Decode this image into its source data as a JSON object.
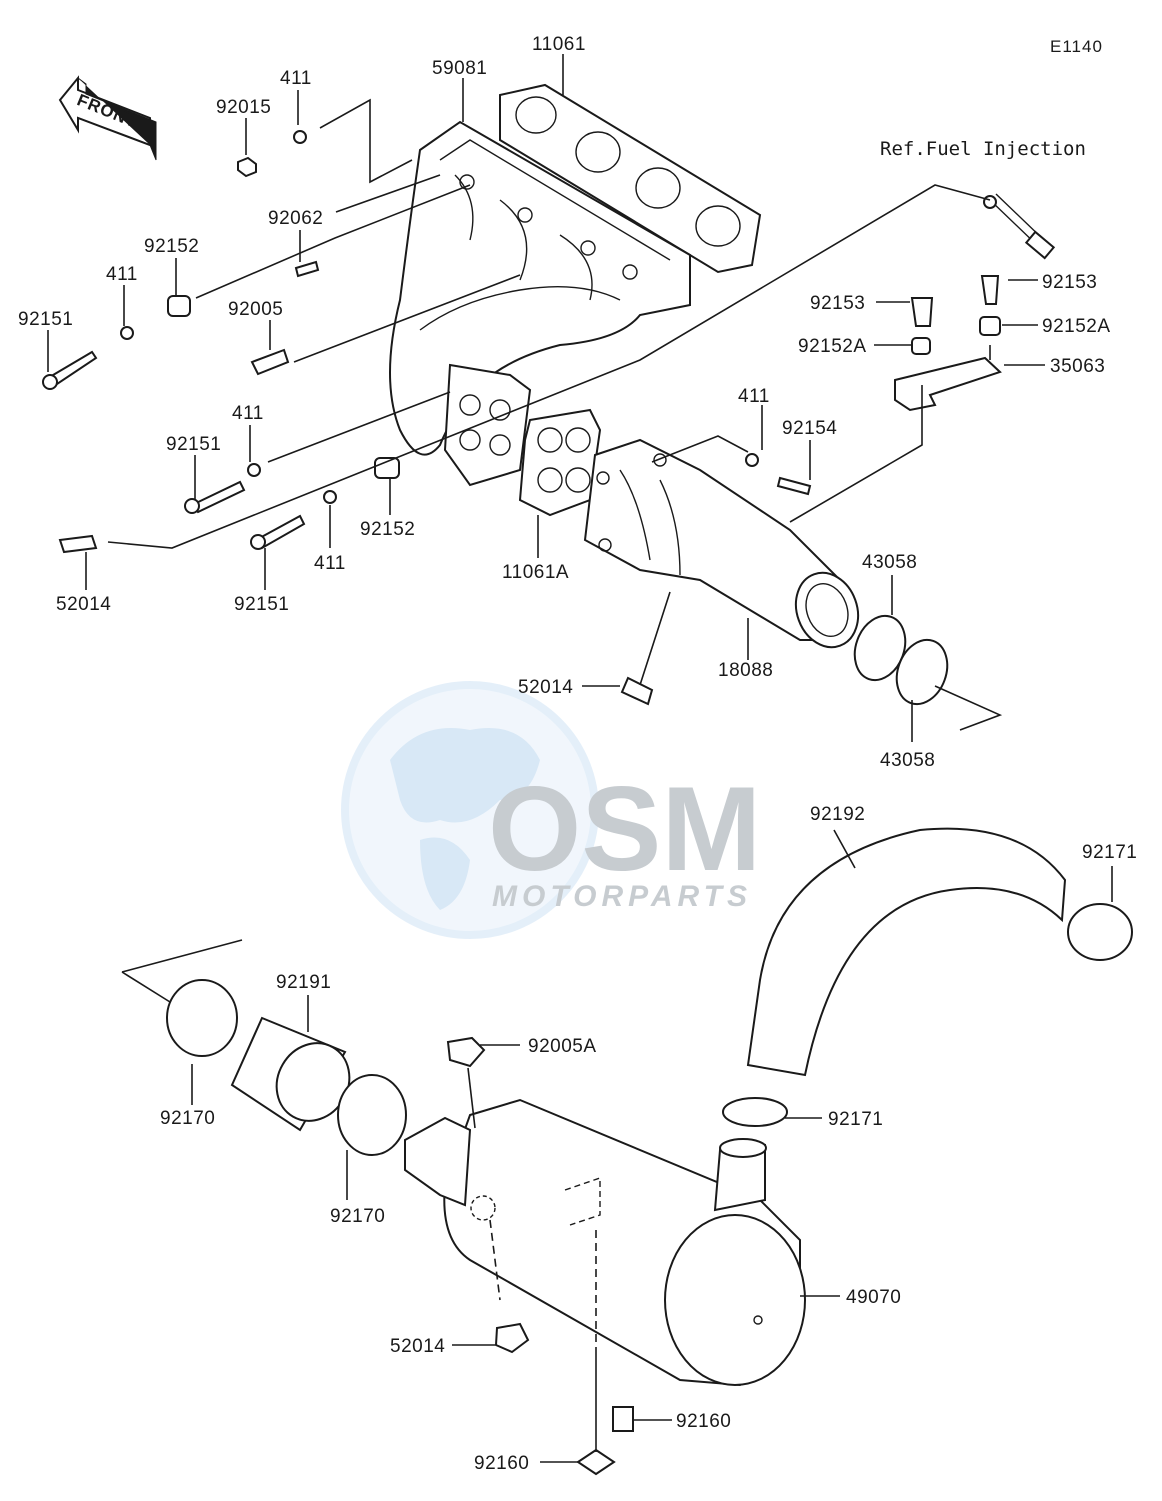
{
  "diagram": {
    "code": "E1140",
    "front_label": "FRONT",
    "reference_note": "Ref.Fuel Injection",
    "watermark": {
      "brand": "OSM",
      "sub": "MOTORPARTS"
    }
  },
  "labels": {
    "p11061": "11061",
    "p59081": "59081",
    "p411_top": "411",
    "p92015": "92015",
    "p92062": "92062",
    "p92152_left": "92152",
    "p411_left": "411",
    "p92151_left": "92151",
    "p92005": "92005",
    "p411_mid": "411",
    "p92151_mid": "92151",
    "p52014_left": "52014",
    "p92151_bottom": "92151",
    "p411_bottom": "411",
    "p92152_mid": "92152",
    "p11061A": "11061A",
    "p411_right": "411",
    "p92154": "92154",
    "p92153_mid": "92153",
    "p92153_right": "92153",
    "p92152A_mid": "92152A",
    "p92152A_right": "92152A",
    "p35063": "35063",
    "p43058_top": "43058",
    "p43058_bottom": "43058",
    "p18088": "18088",
    "p52014_mid": "52014",
    "p92192": "92192",
    "p92171_top": "92171",
    "p92191": "92191",
    "p92005A": "92005A",
    "p92170_left": "92170",
    "p92170_mid": "92170",
    "p92171_bottom": "92171",
    "p49070": "49070",
    "p52014_bottom": "52014",
    "p92160_right": "92160",
    "p92160_bottom": "92160"
  }
}
